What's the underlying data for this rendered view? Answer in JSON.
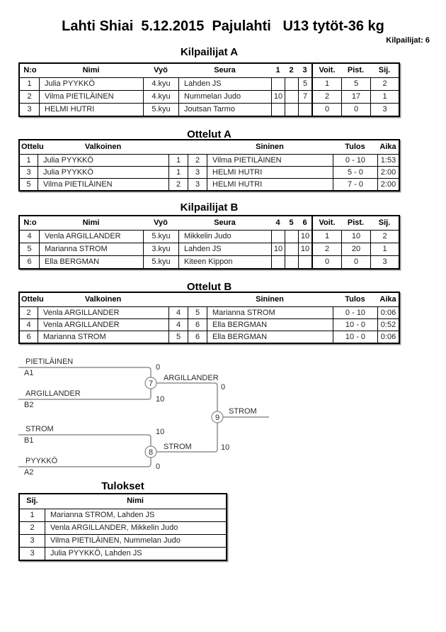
{
  "page": {
    "title": "Lahti Shiai  5.12.2015  Pajulahti   U13 tytöt-36 kg",
    "participants": "Kilpailijat: 6"
  },
  "kilpailijat_a": {
    "title": "Kilpailijat A",
    "headers": {
      "no": "N:o",
      "name": "Nimi",
      "belt": "Vyö",
      "club": "Seura",
      "m1": "1",
      "m2": "2",
      "m3": "3",
      "wins": "Voit.",
      "points": "Pist.",
      "place": "Sij."
    },
    "rows": [
      {
        "no": "1",
        "name": "Julia PYYKKÖ",
        "belt": "4.kyu",
        "club": "Lahden JS",
        "m1": "",
        "m2": "",
        "m3": "5",
        "wins": "1",
        "points": "5",
        "place": "2"
      },
      {
        "no": "2",
        "name": "Vilma PIETILÄINEN",
        "belt": "4.kyu",
        "club": "Nummelan Judo",
        "m1": "10",
        "m2": "",
        "m3": "7",
        "wins": "2",
        "points": "17",
        "place": "1"
      },
      {
        "no": "3",
        "name": "HELMI HUTRI",
        "belt": "5.kyu",
        "club": "Joutsan Tarmo",
        "m1": "",
        "m2": "",
        "m3": "",
        "wins": "0",
        "points": "0",
        "place": "3"
      }
    ]
  },
  "ottelut_a": {
    "title": "Ottelut A",
    "headers": {
      "match": "Ottelu",
      "white": "Valkoinen",
      "blue": "Sininen",
      "result": "Tulos",
      "time": "Aika"
    },
    "rows": [
      {
        "match": "1",
        "white": "Julia PYYKKÖ",
        "wno": "1",
        "bno": "2",
        "blue": "Vilma PIETILÄINEN",
        "result": "0 - 10",
        "time": "1:53"
      },
      {
        "match": "3",
        "white": "Julia PYYKKÖ",
        "wno": "1",
        "bno": "3",
        "blue": "HELMI HUTRI",
        "result": "5 - 0",
        "time": "2:00"
      },
      {
        "match": "5",
        "white": "Vilma PIETILÄINEN",
        "wno": "2",
        "bno": "3",
        "blue": "HELMI HUTRI",
        "result": "7 - 0",
        "time": "2:00"
      }
    ]
  },
  "kilpailijat_b": {
    "title": "Kilpailijat B",
    "headers": {
      "no": "N:o",
      "name": "Nimi",
      "belt": "Vyö",
      "club": "Seura",
      "m1": "4",
      "m2": "5",
      "m3": "6",
      "wins": "Voit.",
      "points": "Pist.",
      "place": "Sij."
    },
    "rows": [
      {
        "no": "4",
        "name": "Venla ARGILLANDER",
        "belt": "5.kyu",
        "club": "Mikkelin Judo",
        "m1": "",
        "m2": "",
        "m3": "10",
        "wins": "1",
        "points": "10",
        "place": "2"
      },
      {
        "no": "5",
        "name": "Marianna STROM",
        "belt": "3.kyu",
        "club": "Lahden JS",
        "m1": "10",
        "m2": "",
        "m3": "10",
        "wins": "2",
        "points": "20",
        "place": "1"
      },
      {
        "no": "6",
        "name": "Ella BERGMAN",
        "belt": "5.kyu",
        "club": "Kiteen Kippon",
        "m1": "",
        "m2": "",
        "m3": "",
        "wins": "0",
        "points": "0",
        "place": "3"
      }
    ]
  },
  "ottelut_b": {
    "title": "Ottelut B",
    "headers": {
      "match": "Ottelu",
      "white": "Valkoinen",
      "blue": "Sininen",
      "result": "Tulos",
      "time": "Aika"
    },
    "rows": [
      {
        "match": "2",
        "white": "Venla ARGILLANDER",
        "wno": "4",
        "bno": "5",
        "blue": "Marianna STROM",
        "result": "0 - 10",
        "time": "0:06"
      },
      {
        "match": "4",
        "white": "Venla ARGILLANDER",
        "wno": "4",
        "bno": "6",
        "blue": "Ella BERGMAN",
        "result": "10 - 0",
        "time": "0:52"
      },
      {
        "match": "6",
        "white": "Marianna STROM",
        "wno": "5",
        "bno": "6",
        "blue": "Ella BERGMAN",
        "result": "10 - 0",
        "time": "0:06"
      }
    ]
  },
  "bracket": {
    "entries": [
      {
        "name": "PIETILÄINEN",
        "seed": "A1",
        "score": "0"
      },
      {
        "name": "ARGILLANDER",
        "seed": "B2",
        "score": "10"
      },
      {
        "name": "STROM",
        "seed": "B1",
        "score": "10"
      },
      {
        "name": "PYYKKÖ",
        "seed": "A2",
        "score": "0"
      }
    ],
    "semifinal_1": {
      "number": "7",
      "winner": "ARGILLANDER",
      "score": "0"
    },
    "semifinal_2": {
      "number": "8",
      "winner": "STROM",
      "score": "10"
    },
    "final": {
      "number": "9",
      "winner": "STROM"
    }
  },
  "tulokset": {
    "title": "Tulokset",
    "headers": {
      "place": "Sij.",
      "name": "Nimi"
    },
    "rows": [
      {
        "place": "1",
        "name": "Marianna STROM, Lahden JS"
      },
      {
        "place": "2",
        "name": "Venla ARGILLANDER, Mikkelin Judo"
      },
      {
        "place": "3",
        "name": "Vilma PIETILÄINEN, Nummelan Judo"
      },
      {
        "place": "3",
        "name": "Julia PYYKKÖ, Lahden JS"
      }
    ]
  }
}
